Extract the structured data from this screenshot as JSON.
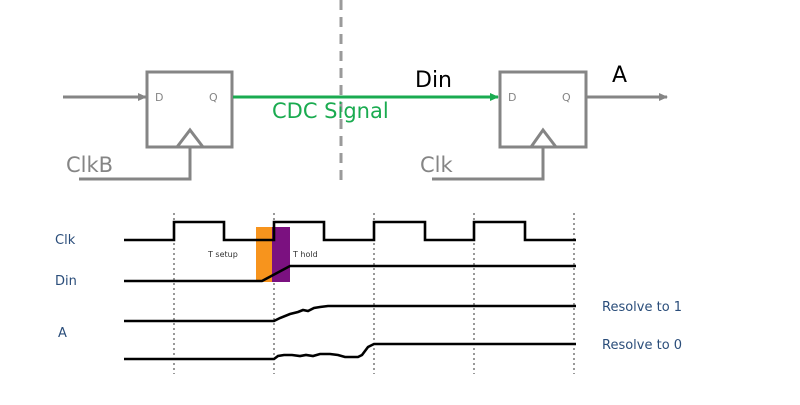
{
  "circuit": {
    "source_flop": {
      "d_label": "D",
      "q_label": "Q",
      "clock_label": "ClkB"
    },
    "dest_flop": {
      "d_label": "D",
      "q_label": "Q",
      "clock_label": "Clk"
    },
    "signal_label": "CDC Signal",
    "input_label": "Din",
    "output_label": "A",
    "colors": {
      "wire": "#858585",
      "cdc_signal": "#1aab50"
    }
  },
  "timing": {
    "signals": {
      "clk": "Clk",
      "din": "Din",
      "a": "A"
    },
    "setup_label": "T setup",
    "hold_label": "T hold",
    "outcomes": {
      "resolve_1": "Resolve to 1",
      "resolve_0": "Resolve to 0"
    },
    "colors": {
      "setup": "#f7941d",
      "hold": "#7b1180",
      "label": "#2a4d7a"
    }
  }
}
